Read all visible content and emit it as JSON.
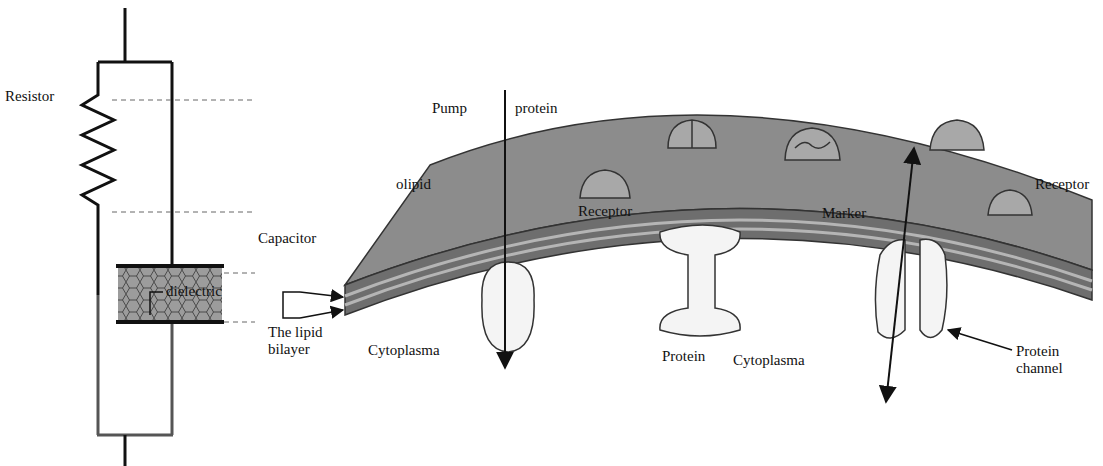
{
  "diagram": {
    "labels": [
      "Resistor",
      "Pump",
      "protein",
      "olipid",
      "Receptor",
      "Marker",
      "Receptor",
      "Capacitor",
      "dielectric",
      "The lipid bilayer",
      "Cytoplasma",
      "Protein",
      "Cytoplasma",
      "Protein channel"
    ]
  }
}
